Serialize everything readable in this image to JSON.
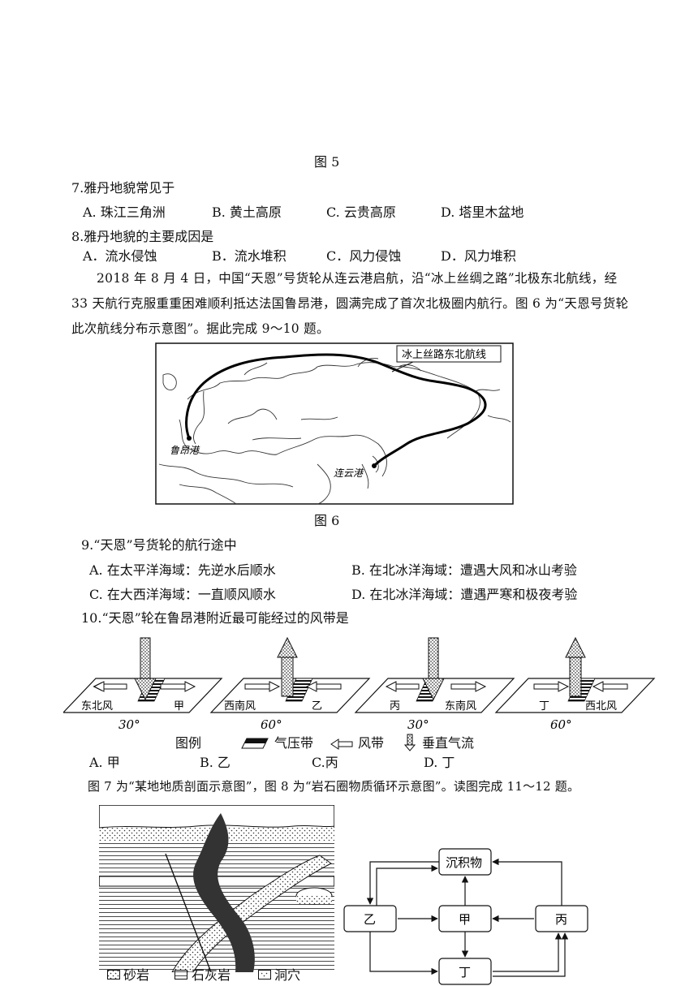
{
  "fig5_caption": "图 5",
  "q7": {
    "stem": "7.雅丹地貌常见于",
    "a": "A. 珠江三角洲",
    "b": "B. 黄土高原",
    "c": "C. 云贵高原",
    "d": "D. 塔里木盆地"
  },
  "q8": {
    "stem": "8.雅丹地貌的主要成因是",
    "a": "A．流水侵蚀",
    "b": "B．流水堆积",
    "c": "C．风力侵蚀",
    "d": "D．风力堆积"
  },
  "passage1": "2018 年 8 月 4 日，中国“天恩”号货轮从连云港启航，沿“冰上丝绸之路”北极东北航线，经 33 天航行克服重重困难顺利抵达法国鲁昂港，圆满完成了首次北极圈内航行。图 6 为“天恩号货轮此次航线分布示意图”。据此完成 9～10 题。",
  "fig6": {
    "route_label": "冰上丝路东北航线",
    "port_west": "鲁昂港",
    "port_east": "连云港",
    "caption": "图 6"
  },
  "q9": {
    "stem": "9.“天恩”号货轮的航行途中",
    "a": "A. 在太平洋海域：先逆水后顺水",
    "b": "B. 在北冰洋海域：遭遇大风和冰山考验",
    "c": "C. 在大西洋海域：一直顺风顺水",
    "d": "D. 在北冰洋海域：遭遇严寒和极夜考验"
  },
  "q10": {
    "stem": "10.“天恩”轮在鲁昂港附近最可能经过的风带是",
    "a": "A. 甲",
    "b": "B. 乙",
    "c": "C.丙",
    "d": "D. 丁"
  },
  "wind_panels": [
    {
      "left": "东北风",
      "right": "甲",
      "lat": "30°"
    },
    {
      "left": "西南风",
      "right": "乙",
      "lat": "60°"
    },
    {
      "left": "丙",
      "right": "东南风",
      "lat": "30°"
    },
    {
      "left": "丁",
      "right": "西北风",
      "lat": "60°"
    }
  ],
  "legend": {
    "title": "图例",
    "belt": "气压带",
    "wind": "风带",
    "vertical": "垂直气流"
  },
  "passage2": "图 7 为“某地地质剖面示意图”，图 8 为“岩石圈物质循环示意图”。读图完成 11～12 题。",
  "fig7_legend": {
    "sandstone": "砂岩",
    "limestone": "石灰岩",
    "cave": "洞穴"
  },
  "fig8": {
    "top": "沉积物",
    "left": "乙",
    "center": "甲",
    "right": "丙",
    "bottom": "丁"
  }
}
